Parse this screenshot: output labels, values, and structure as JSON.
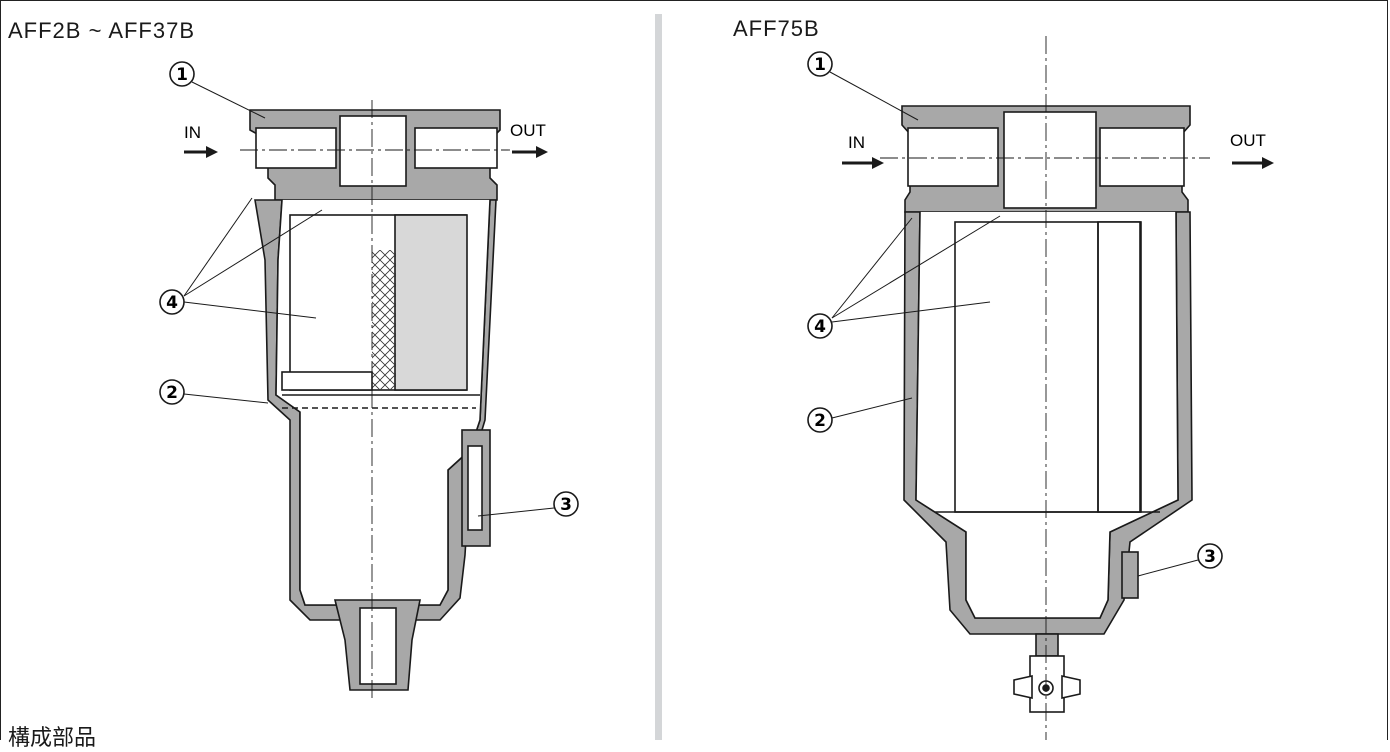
{
  "left_panel": {
    "title": "AFF2B ~ AFF37B",
    "in_label": "IN",
    "out_label": "OUT",
    "callouts": [
      "1",
      "2",
      "3",
      "4"
    ]
  },
  "right_panel": {
    "title": "AFF75B",
    "in_label": "IN",
    "out_label": "OUT",
    "callouts": [
      "1",
      "2",
      "3",
      "4"
    ]
  },
  "footer": {
    "heading": "構成部品"
  },
  "colors": {
    "housing": "#a8a8a8",
    "divider": "#d4d6d8",
    "line": "#1a1a1a"
  }
}
